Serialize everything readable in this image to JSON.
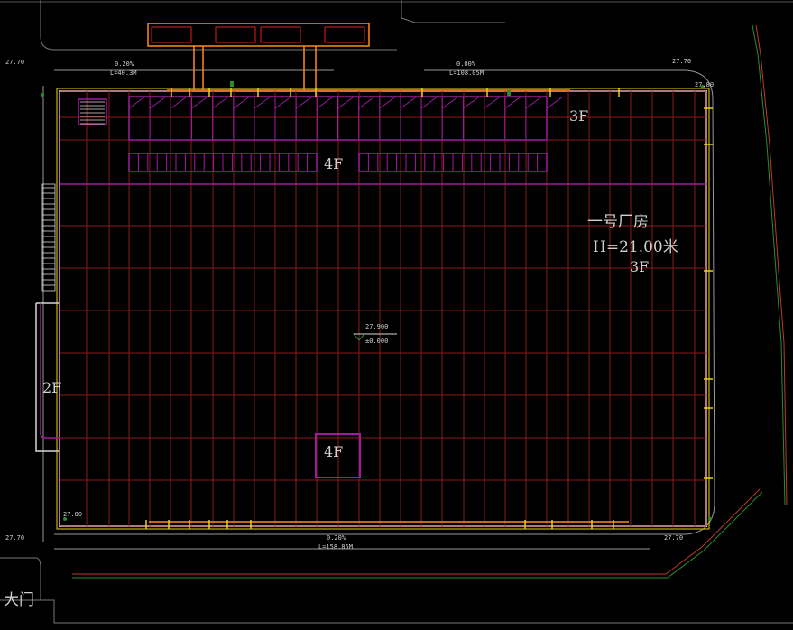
{
  "drawing": {
    "background": "#000000",
    "colors": {
      "grid": "#8b1a1a",
      "wall": "#d8d8d8",
      "site_boundary_green": "#2e8b2e",
      "site_boundary_red": "#c0392b",
      "magenta": "#a11aa1",
      "orange": "#ff8c1a",
      "yellow": "#e6d21a",
      "text": "#d0d0d0"
    }
  },
  "labels": {
    "building_name": "一号厂房",
    "height": "H=21.00米",
    "floors_main": "3F",
    "floor_top_right": "3F",
    "floor_band": "4F",
    "floor_core": "4F",
    "floor_left": "2F",
    "gate": "大门",
    "elevation_top": "27.900",
    "elevation_zero": "±0.000"
  },
  "dimensions": {
    "top_left": "0.20%",
    "top_left_len": "L=40.3M",
    "top_right": "0.00%",
    "top_right_len": "L=108.05M",
    "bottom": "0.20%",
    "bottom_len": "L=158.85M",
    "corner_tl": "27.70",
    "corner_tr": "27.70",
    "corner_bl": "27.70",
    "corner_br": "27.70",
    "corner_tr2": "27.80",
    "corner_bl2": "27.80"
  }
}
